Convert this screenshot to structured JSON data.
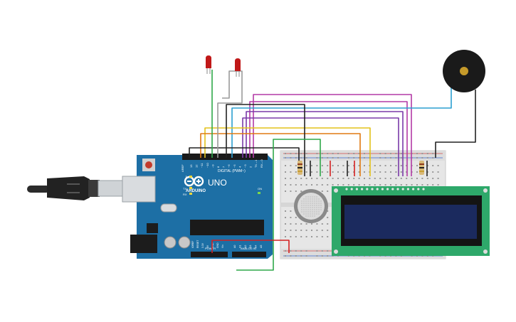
{
  "board": {
    "logo_text": "ARDUINO",
    "model": "UNO",
    "digital_header": "DIGITAL (PWM~)",
    "aref": "AREF",
    "gnd": "GND",
    "pins_digital": [
      "13",
      "12",
      "~11",
      "~10",
      "~9",
      "8",
      "7",
      "~6",
      "~5",
      "4",
      "~3",
      "2",
      "TX→1",
      "RX←0"
    ],
    "led_l": "L",
    "led_tx": "TX",
    "led_rx": "RX",
    "on": "ON",
    "power_header": "POWER",
    "analog_header": "ANALOG IN",
    "pins_power": [
      "IOREF",
      "RESET",
      "3.3V",
      "5V",
      "GND",
      "GND",
      "Vin"
    ],
    "pins_analog": [
      "A0",
      "A1",
      "A2",
      "A3",
      "A4",
      "A5"
    ]
  },
  "colors": {
    "board": "#1d6fa5",
    "lcd_pcb": "#2ea86a",
    "lcd_screen": "#1b2a5e",
    "breadboard": "#e6e6e6",
    "wire_magenta": "#b33aa6",
    "wire_purple": "#7a3aa8",
    "wire_orange": "#e07a12",
    "wire_yellow": "#e3c21a",
    "wire_green": "#2fa84a",
    "wire_cyan": "#2b9fd0",
    "wire_black": "#222222",
    "wire_red": "#d42020",
    "wire_gray": "#9a9a9a",
    "led_red": "#c01818"
  },
  "components": {
    "leds": [
      "red-led",
      "red-led"
    ],
    "resistors": 2,
    "gas_sensor": "gas-sensor",
    "buzzer": "piezo-buzzer",
    "lcd": "lcd-16x2",
    "usb": "usb-cable",
    "power": "dc-barrel-jack"
  }
}
